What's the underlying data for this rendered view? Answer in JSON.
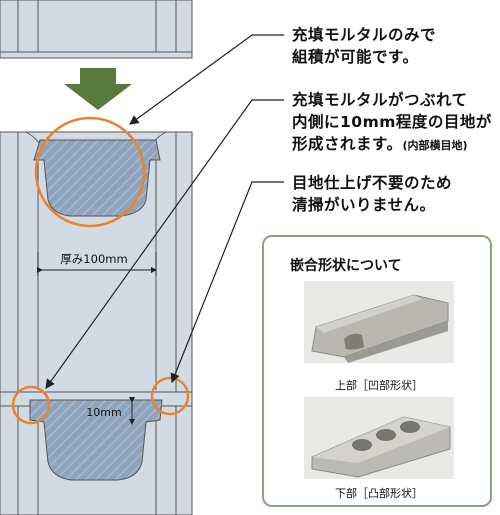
{
  "annotations": {
    "line1": "充填モルタルのみで",
    "line2": "組積が可能です。",
    "line3": "充填モルタルがつぶれて",
    "line4": "内側に10mm程度の目地が",
    "line5_main": "形成されます。",
    "line5_small": "(内部横目地)",
    "line6": "目地仕上げ不要のため",
    "line7": "清掃がいりません。"
  },
  "dimensions": {
    "thickness": "厚み100mm",
    "joint": "10mm"
  },
  "inset": {
    "title": "嵌合形状について",
    "top_caption": "上部［凹部形状］",
    "bottom_caption": "下部［凸部形状］"
  },
  "colors": {
    "block": "#d2dbe3",
    "mortar": "#8fa3bd",
    "arrow": "#587a3f",
    "highlight": "#e8842b",
    "inset_border": "#8aa37e"
  }
}
